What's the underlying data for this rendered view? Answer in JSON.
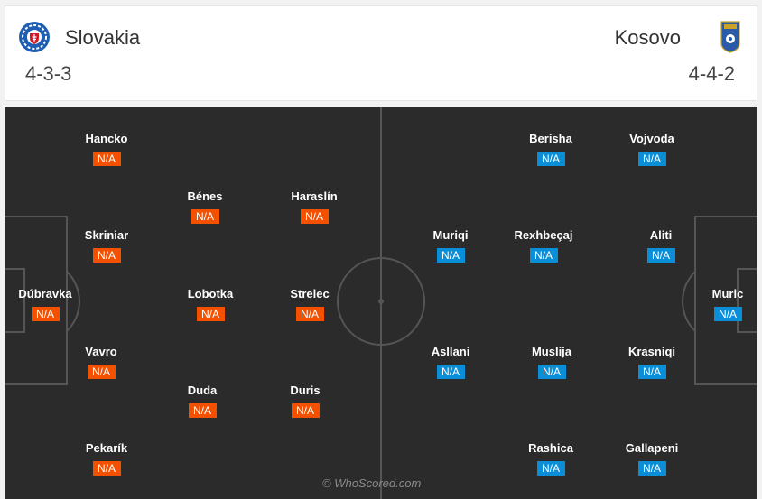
{
  "home": {
    "name": "Slovakia",
    "formation": "4-3-3",
    "crest_icon": "slovakia-crest-icon",
    "color": "#f35000",
    "players": [
      {
        "name": "Hancko",
        "rating": "N/A"
      },
      {
        "name": "Bénes",
        "rating": "N/A"
      },
      {
        "name": "Haraslín",
        "rating": "N/A"
      },
      {
        "name": "Skriniar",
        "rating": "N/A"
      },
      {
        "name": "Dúbravka",
        "rating": "N/A"
      },
      {
        "name": "Lobotka",
        "rating": "N/A"
      },
      {
        "name": "Strelec",
        "rating": "N/A"
      },
      {
        "name": "Vavro",
        "rating": "N/A"
      },
      {
        "name": "Duda",
        "rating": "N/A"
      },
      {
        "name": "Duris",
        "rating": "N/A"
      },
      {
        "name": "Pekarík",
        "rating": "N/A"
      }
    ]
  },
  "away": {
    "name": "Kosovo",
    "formation": "4-4-2",
    "crest_icon": "kosovo-crest-icon",
    "color": "#0a8ed8",
    "players": [
      {
        "name": "Berisha",
        "rating": "N/A"
      },
      {
        "name": "Vojvoda",
        "rating": "N/A"
      },
      {
        "name": "Muriqi",
        "rating": "N/A"
      },
      {
        "name": "Rexhbeçaj",
        "rating": "N/A"
      },
      {
        "name": "Aliti",
        "rating": "N/A"
      },
      {
        "name": "Muric",
        "rating": "N/A"
      },
      {
        "name": "Asllani",
        "rating": "N/A"
      },
      {
        "name": "Muslija",
        "rating": "N/A"
      },
      {
        "name": "Krasniqi",
        "rating": "N/A"
      },
      {
        "name": "Rashica",
        "rating": "N/A"
      },
      {
        "name": "Gallapeni",
        "rating": "N/A"
      }
    ]
  },
  "watermark": "© WhoScored.com"
}
